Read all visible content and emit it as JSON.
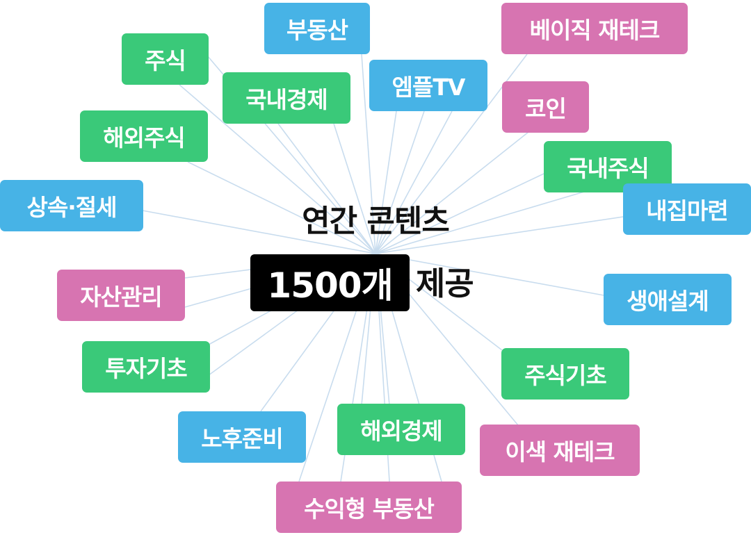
{
  "center": {
    "line1": "연간 콘텐츠",
    "count": "1500개",
    "suffix": "제공"
  },
  "colors": {
    "blue": "#47b3e6",
    "green": "#3ac979",
    "pink": "#d774b1",
    "connector": "#c8dcee"
  },
  "tags": [
    {
      "label": "부동산",
      "color": "blue"
    },
    {
      "label": "베이직 재테크",
      "color": "pink"
    },
    {
      "label": "주식",
      "color": "green"
    },
    {
      "label": "엠플TV",
      "color": "blue"
    },
    {
      "label": "국내경제",
      "color": "green"
    },
    {
      "label": "코인",
      "color": "pink"
    },
    {
      "label": "해외주식",
      "color": "green"
    },
    {
      "label": "국내주식",
      "color": "green"
    },
    {
      "label": "상속·절세",
      "color": "blue"
    },
    {
      "label": "내집마련",
      "color": "blue"
    },
    {
      "label": "자산관리",
      "color": "pink"
    },
    {
      "label": "생애설계",
      "color": "blue"
    },
    {
      "label": "투자기초",
      "color": "green"
    },
    {
      "label": "주식기초",
      "color": "green"
    },
    {
      "label": "노후준비",
      "color": "blue"
    },
    {
      "label": "해외경제",
      "color": "green"
    },
    {
      "label": "이색 재테크",
      "color": "pink"
    },
    {
      "label": "수익형 부동산",
      "color": "pink"
    }
  ]
}
